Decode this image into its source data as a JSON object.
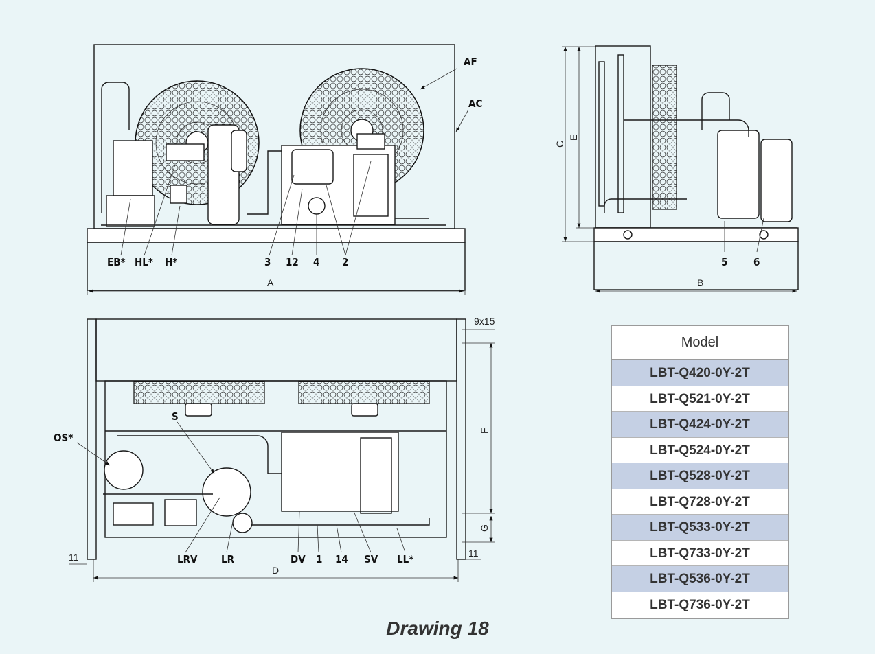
{
  "labels": {
    "AF": "AF",
    "AC": "AC",
    "EB": "EB*",
    "HL": "HL*",
    "H": "H*",
    "n3": "3",
    "n12": "12",
    "n4": "4",
    "n2": "2",
    "n5": "5",
    "n6": "6",
    "OS": "OS*",
    "S": "S",
    "LRV": "LRV",
    "LR": "LR",
    "DV": "DV",
    "n1": "1",
    "n14": "14",
    "SV": "SV",
    "LL": "LL*"
  },
  "dimensions": {
    "A": "A",
    "B": "B",
    "C": "C",
    "E": "E",
    "D": "D",
    "F": "F",
    "G": "G",
    "hole": "9x15",
    "left_offset": "11",
    "right_offset": "11"
  },
  "model_table": {
    "header": "Model",
    "rows": [
      "LBT-Q420-0Y-2T",
      "LBT-Q521-0Y-2T",
      "LBT-Q424-0Y-2T",
      "LBT-Q524-0Y-2T",
      "LBT-Q528-0Y-2T",
      "LBT-Q728-0Y-2T",
      "LBT-Q533-0Y-2T",
      "LBT-Q733-0Y-2T",
      "LBT-Q536-0Y-2T",
      "LBT-Q736-0Y-2T"
    ],
    "alt_color": "#c5d0e4"
  },
  "caption": "Drawing 18"
}
